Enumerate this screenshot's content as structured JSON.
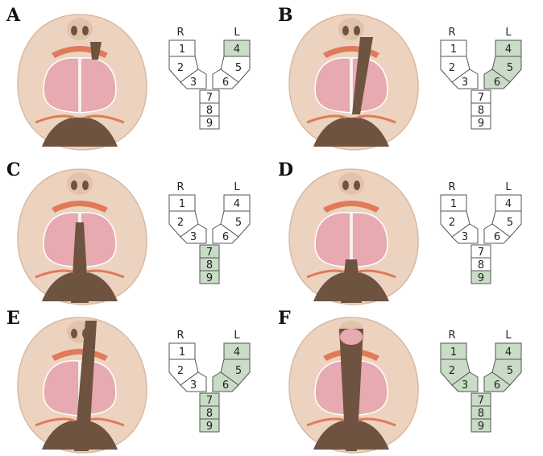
{
  "colors": {
    "filled_cell": "#c9dcc6",
    "empty_cell": "#ffffff",
    "cell_border": "#555555",
    "head_skin": "#ecd3c0",
    "palate_pink": "#e7aab0",
    "cleft_brown": "#6d5340",
    "lip_orange": "#df7b59"
  },
  "labels": {
    "right": "R",
    "left": "L"
  },
  "panels": [
    {
      "letter": "A",
      "cells": [
        "1",
        "2",
        "3",
        "4",
        "5",
        "6",
        "7",
        "8",
        "9"
      ],
      "filled": [
        4
      ]
    },
    {
      "letter": "B",
      "cells": [
        "1",
        "2",
        "3",
        "4",
        "5",
        "6",
        "7",
        "8",
        "9"
      ],
      "filled": [
        4,
        5,
        6
      ]
    },
    {
      "letter": "C",
      "cells": [
        "1",
        "2",
        "3",
        "4",
        "5",
        "6",
        "7",
        "8",
        "9"
      ],
      "filled": [
        7,
        8,
        9
      ]
    },
    {
      "letter": "D",
      "cells": [
        "1",
        "2",
        "3",
        "4",
        "5",
        "6",
        "7",
        "8",
        "9"
      ],
      "filled": [
        9
      ]
    },
    {
      "letter": "E",
      "cells": [
        "1",
        "2",
        "3",
        "4",
        "5",
        "6",
        "7",
        "8",
        "9"
      ],
      "filled": [
        4,
        5,
        6,
        7,
        8,
        9
      ]
    },
    {
      "letter": "F",
      "cells": [
        "1",
        "2",
        "3",
        "4",
        "5",
        "6",
        "7",
        "8",
        "9"
      ],
      "filled": [
        1,
        2,
        3,
        4,
        5,
        6,
        7,
        8,
        9
      ]
    }
  ]
}
